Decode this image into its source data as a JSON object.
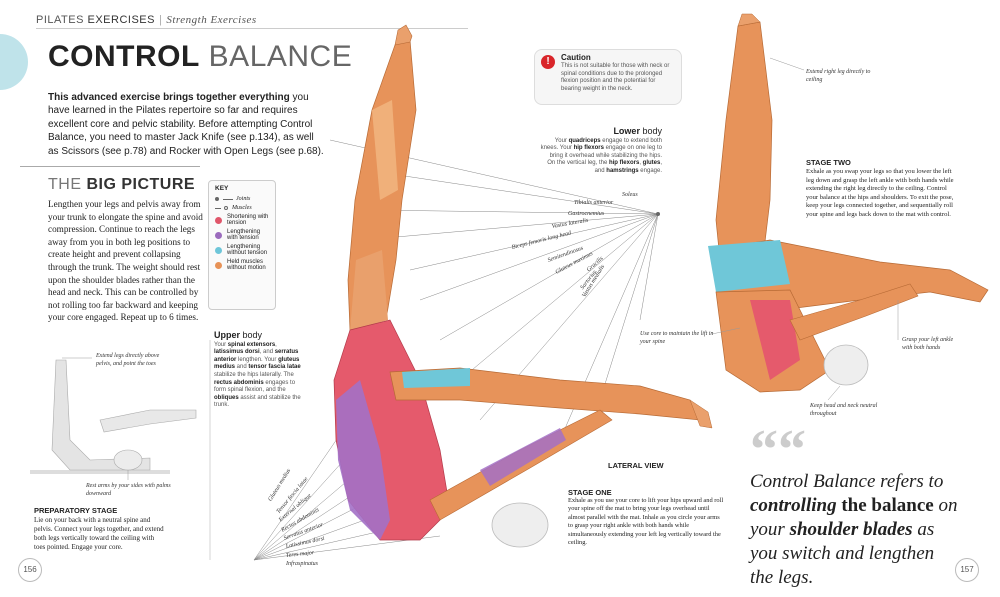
{
  "header": {
    "section": "PILATES",
    "section_bold": "EXERCISES",
    "subsection": "Strength Exercises"
  },
  "title": {
    "part_bold": "CONTROL",
    "part_light": "BALANCE"
  },
  "intro": {
    "lead": "This advanced exercise brings together everything",
    "body": " you have learned in the Pilates repertoire so far and requires excellent core and pelvic stability. Before attempting Control Balance, you need to master Jack Knife (see p.134), as well as Scissors (see p.78) and Rocker with Open Legs (see p.68)."
  },
  "big_picture": {
    "title_light": "THE",
    "title_bold": "BIG PICTURE",
    "text": "Lengthen your legs and pelvis away from your trunk to elongate the spine and avoid compression. Continue to reach the legs away from you in both leg positions to create height and prevent collapsing through the trunk. The weight should rest upon the shoulder blades rather than the head and neck. This can be controlled by not rolling too far backward and keeping your core engaged. Repeat up to 6 times."
  },
  "key": {
    "title": "KEY",
    "joints": "Joints",
    "muscles": "Muscles",
    "items": [
      {
        "label": "Shortening with tension",
        "color": "#e0566a"
      },
      {
        "label": "Lengthening with tension",
        "color": "#9b6bbd"
      },
      {
        "label": "Lengthening without tension",
        "color": "#6ec6d9"
      },
      {
        "label": "Held muscles without motion",
        "color": "#e79257"
      }
    ]
  },
  "caution": {
    "title": "Caution",
    "text": "This is not suitable for those with neck or spinal conditions due to the prolonged flexion position and the potential for bearing weight in the neck."
  },
  "lower_body": {
    "title_bold": "Lower",
    "title_light": "body",
    "text_1": "Your ",
    "b1": "quadriceps",
    "text_2": " engage to extend both knees. Your ",
    "b2": "hip flexors",
    "text_3": " engage on one leg to bring it overhead while stabilizing the hips. On the vertical leg, the ",
    "b3": "hip flexors",
    "text_4": ", ",
    "b4": "glutes",
    "text_5": ", and ",
    "b5": "hamstrings",
    "text_6": " engage."
  },
  "upper_body": {
    "title": "Upper",
    "title_light": "body",
    "t1": "Your ",
    "b1": "spinal extensors",
    "t2": ", ",
    "b2": "latissimus dorsi",
    "t3": ", and ",
    "b3": "serratus anterior",
    "t4": " lengthen. Your ",
    "b4": "gluteus medius",
    "t5": " and ",
    "b5": "tensor fascia latae",
    "t6": " stabilize the hips laterally. The ",
    "b6": "rectus abdominis",
    "t7": " engages to form spinal flexion, and the ",
    "b7": "obliques",
    "t8": " assist and stabilize the trunk."
  },
  "leg_labels": [
    "Soleus",
    "Tibialis anterior",
    "Gastrocnemius",
    "Vastus lateralis",
    "Biceps femoris long head",
    "Semitendinosus",
    "Gluteus maximus",
    "Gracilis",
    "Sartorius",
    "Vastus medialis"
  ],
  "trunk_labels": [
    "Gluteus medius",
    "Tensor fascia latae",
    "External oblique",
    "Rectus abdominis",
    "Serratus anterior",
    "Latissimus dorsi",
    "Teres major",
    "Infraspinatus"
  ],
  "prep": {
    "callout_top": "Extend legs directly above pelvis, and point the toes",
    "callout_bottom": "Rest arms by your sides with palms downward",
    "title": "PREPARATORY STAGE",
    "text": "Lie on your back with a neutral spine and pelvis. Connect your legs together, and extend both legs vertically toward the ceiling with toes pointed. Engage your core."
  },
  "lateral_view": "LATERAL VIEW",
  "stage_one": {
    "title": "STAGE ONE",
    "text": "Exhale as you use your core to lift your hips upward and roll your spine off the mat to bring your legs overhead until almost parallel with the mat. Inhale as you circle your arms to grasp your right ankle with both hands while simultaneously extending your left leg vertically toward the ceiling."
  },
  "core_callout": "Use core to maintain the lift in your spine",
  "stage_two": {
    "callout_top": "Extend right leg directly to ceiling",
    "title": "STAGE TWO",
    "text": "Exhale as you swap your legs so that you lower the left leg down and grasp the left ankle with both hands while extending the right leg directly to the ceiling. Control your balance at the hips and shoulders. To exit the pose, keep your legs connected together, and sequentially roll your spine and legs back down to the mat with control.",
    "callout_ankle": "Grasp your left ankle with both hands",
    "callout_neck": "Keep head and neck neutral throughout"
  },
  "quote": {
    "mark": "““",
    "t1": "Control Balance refers to ",
    "b1": "controlling",
    "b2": " the balance",
    "t2": " on your ",
    "b3": "shoulder blades",
    "t3": " as you switch and lengthen the legs."
  },
  "pages": {
    "left": "156",
    "right": "157"
  },
  "colors": {
    "accent": "#d9252a",
    "muscle_orange": "#e79257",
    "muscle_red": "#e0566a",
    "muscle_purple": "#9b6bbd",
    "muscle_blue": "#6ec6d9"
  }
}
